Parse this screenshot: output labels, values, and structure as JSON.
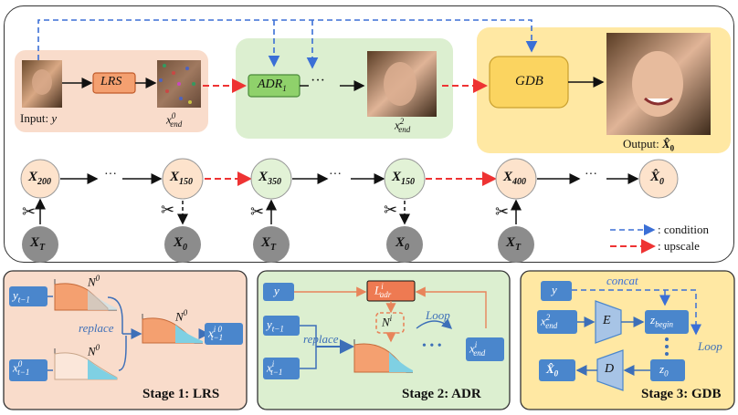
{
  "top": {
    "input_label": "Input: ",
    "input_var": "y",
    "lrs_block": "LRS",
    "x_end0": "x",
    "x_end0_sup": "0",
    "x_end0_sub": "end",
    "adr_block": "ADR",
    "adr_sub": "1",
    "dots": "···",
    "x_end2": "x",
    "x_end2_sup": "2",
    "x_end2_sub": "end",
    "gdb_block": "GDB",
    "output_label": "Output: ",
    "output_var": "X̂",
    "output_sub": "0"
  },
  "chain": {
    "nodes": [
      {
        "main": "X",
        "sub": "200"
      },
      {
        "main": "X",
        "sub": "150"
      },
      {
        "main": "X",
        "sub": "350"
      },
      {
        "main": "X",
        "sub": "150"
      },
      {
        "main": "X",
        "sub": "400"
      },
      {
        "main": "X̂",
        "sub": "0"
      }
    ],
    "bottom_nodes": [
      {
        "main": "X",
        "sub": "T"
      },
      {
        "main": "X",
        "sub": "0"
      },
      {
        "main": "X",
        "sub": "T"
      },
      {
        "main": "X",
        "sub": "0"
      },
      {
        "main": "X",
        "sub": "T"
      }
    ],
    "dots": "···"
  },
  "legend": {
    "condition": ": condition",
    "upscale": ": upscale"
  },
  "stage1": {
    "title": "Stage 1: LRS",
    "y_prev": "y",
    "y_prev_sub": "t−1",
    "x0_prev": "x",
    "x0_prev_sup": "0",
    "x0_prev_sub": "t−1",
    "n0_top": "N",
    "n0_top_sup": "0",
    "n0_bottom": "N",
    "n0_bottom_sup": "0",
    "n0_right": "N",
    "n0_right_sup": "0",
    "replace": "replace",
    "out": "x",
    "out_sup": "i 0",
    "out_sub": "t−1"
  },
  "stage2": {
    "title": "Stage 2: ADR",
    "y": "y",
    "y_prev": "y",
    "y_prev_sub": "t−1",
    "xi_prev": "x",
    "xi_prev_sup": "i",
    "xi_prev_sub": "t−1",
    "loss": "L",
    "loss_sup": "i",
    "loss_sub": "adr",
    "ni": "N",
    "ni_sup": "i",
    "loop": "Loop",
    "replace": "replace",
    "dots": "•  •  •",
    "x_end": "x",
    "x_end_sup": "i",
    "x_end_sub": "end"
  },
  "stage3": {
    "title": "Stage 3: GDB",
    "concat": "concat",
    "y": "y",
    "x_end": "x",
    "x_end_sup": "2",
    "x_end_sub": "end",
    "encoder": "E",
    "decoder": "D",
    "z_begin": "z",
    "z_begin_sub": "begin",
    "z0": "z",
    "z0_sub": "0",
    "loop": "Loop",
    "x0_out": "X̂",
    "x0_out_sub": "0"
  },
  "colors": {
    "lrs_bg": "#f9dccb",
    "adr_bg": "#dcefd0",
    "gdb_bg": "#ffe8a3",
    "node_peach": "#fde3cc",
    "node_green": "#e2f2d6",
    "node_gray": "#8c8c8c",
    "blue_box": "#4a86cc",
    "condition": "#3b6fd6",
    "upscale": "#ee3333",
    "orange_block": "#f4a070",
    "gold_block": "#fbd460",
    "green_block": "#8fd16b"
  }
}
